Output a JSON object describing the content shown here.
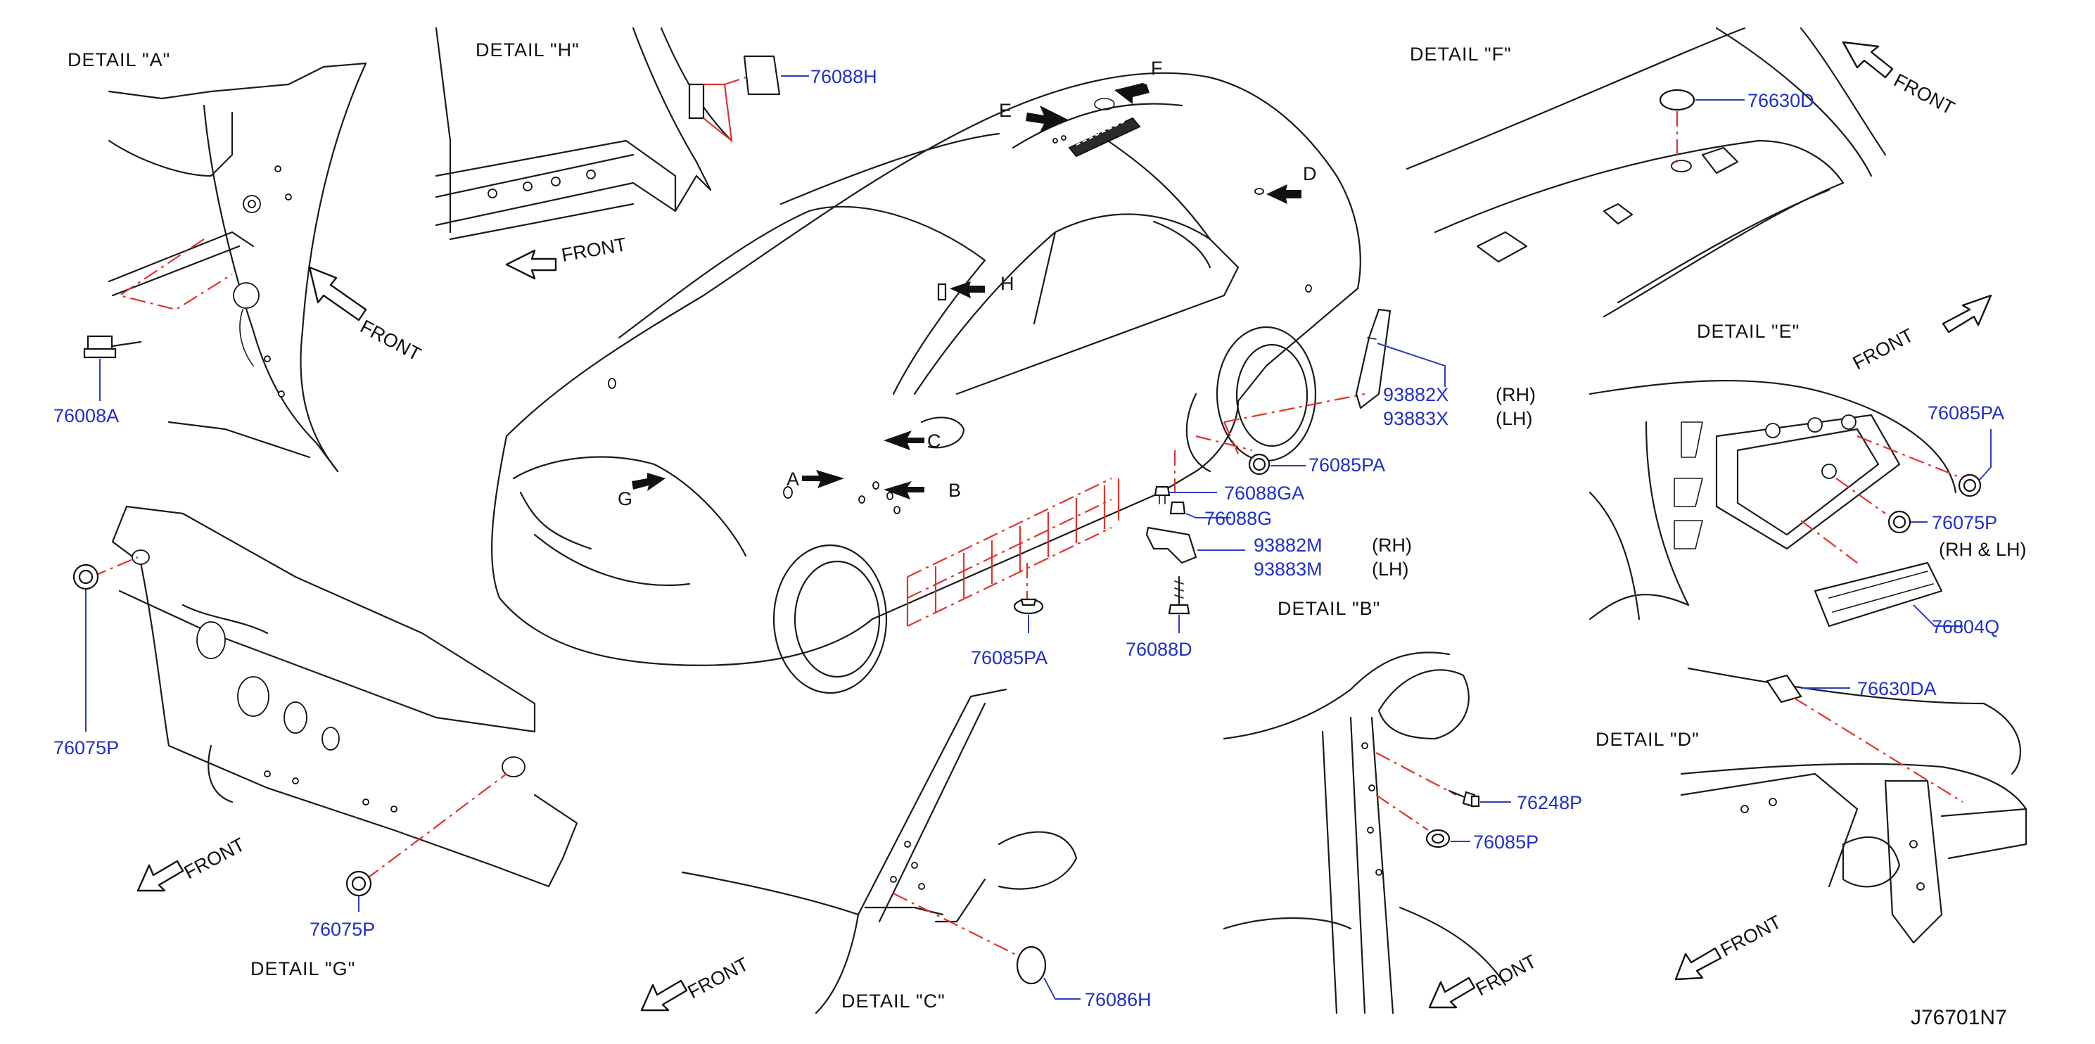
{
  "diagram_code": "J76701N7",
  "details": {
    "A": "DETAIL \"A\"",
    "B": "DETAIL \"B\"",
    "C": "DETAIL \"C\"",
    "D": "DETAIL \"D\"",
    "E": "DETAIL \"E\"",
    "F": "DETAIL \"F\"",
    "G": "DETAIL \"G\"",
    "H": "DETAIL \"H\""
  },
  "front_label": "FRONT",
  "car_markers": [
    "A",
    "B",
    "C",
    "D",
    "E",
    "F",
    "G",
    "H"
  ],
  "parts": {
    "p76008A": "76008A",
    "p76088H": "76088H",
    "p76630D": "76630D",
    "p76085PA_E": "76085PA",
    "p76075P_E": "76075P",
    "p76804Q": "76804Q",
    "p93882X": "93882X",
    "p93883X": "93883X",
    "p76085PA_main": "76085PA",
    "p76088GA": "76088GA",
    "p76088G": "76088G",
    "p93882M": "93882M",
    "p93883M": "93883M",
    "p76088D": "76088D",
    "p76085PA_sill": "76085PA",
    "p76075P_G1": "76075P",
    "p76075P_G2": "76075P",
    "p76630DA": "76630DA",
    "p76248P": "76248P",
    "p76085P": "76085P",
    "p76086H": "76086H"
  },
  "side_notes": {
    "rh": "(RH)",
    "lh": "(LH)",
    "rh_and_lh": "(RH & LH)"
  },
  "colors": {
    "part_number": "#1f2fc9",
    "phantom_line": "#e0322c",
    "line_art": "#1a1a1a"
  }
}
